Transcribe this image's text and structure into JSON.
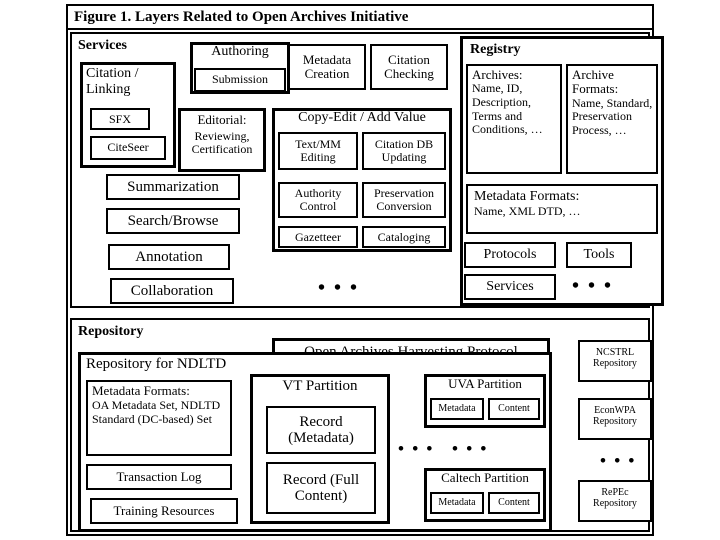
{
  "figure": {
    "title": "Figure 1. Layers Related to Open Archives Initiative"
  },
  "services": {
    "label": "Services",
    "citation_linking": {
      "title": "Citation / Linking",
      "items": [
        "SFX",
        "CiteSeer"
      ]
    },
    "authoring": {
      "title": "Authoring",
      "items": [
        "Submission"
      ]
    },
    "metadata_creation": "Metadata Creation",
    "citation_checking": "Citation Checking",
    "editorial": {
      "title": "Editorial:",
      "body": "Reviewing, Certification"
    },
    "copy_edit": {
      "title": "Copy-Edit / Add Value",
      "items": [
        "Text/MM Editing",
        "Citation DB Updating",
        "Authority Control",
        "Preservation Conversion",
        "Gazetteer",
        "Cataloging"
      ]
    },
    "list_items": [
      "Summarization",
      "Search/Browse",
      "Annotation",
      "Collaboration"
    ],
    "ellipsis": "• • •"
  },
  "registry": {
    "label": "Registry",
    "archives": {
      "title": "Archives:",
      "body": "Name, ID, Description, Terms and Conditions, …"
    },
    "archive_formats": {
      "title": "Archive Formats:",
      "body": "Name, Standard, Preservation Process, …"
    },
    "metadata_formats": {
      "title": "Metadata Formats:",
      "body": "Name, XML DTD, …"
    },
    "protocols": "Protocols",
    "tools": "Tools",
    "services": "Services",
    "ellipsis": "• • •"
  },
  "repository": {
    "label": "Repository",
    "harvesting_protocol": "Open Archives Harvesting Protocol",
    "ndltd": {
      "title": "Repository for NDLTD",
      "metadata_formats": {
        "title": "Metadata Formats:",
        "body": "OA Metadata Set, NDLTD Standard (DC-based) Set"
      },
      "transaction_log": "Transaction Log",
      "training_resources": "Training Resources",
      "vt_partition": {
        "title": "VT Partition",
        "items": [
          "Record (Metadata)",
          "Record (Full Content)"
        ]
      },
      "uva_partition": {
        "title": "UVA Partition",
        "items": [
          "Metadata",
          "Content"
        ]
      },
      "caltech_partition": {
        "title": "Caltech Partition",
        "items": [
          "Metadata",
          "Content"
        ]
      },
      "ellipsis_1": "• • •",
      "ellipsis_2": "• • •"
    },
    "other_repositories": [
      {
        "name": "NCSTRL",
        "kind": "Repository"
      },
      {
        "name": "EconWPA",
        "kind": "Repository"
      },
      {
        "name": "RePEc",
        "kind": "Repository"
      }
    ],
    "ellipsis": "• • •"
  }
}
